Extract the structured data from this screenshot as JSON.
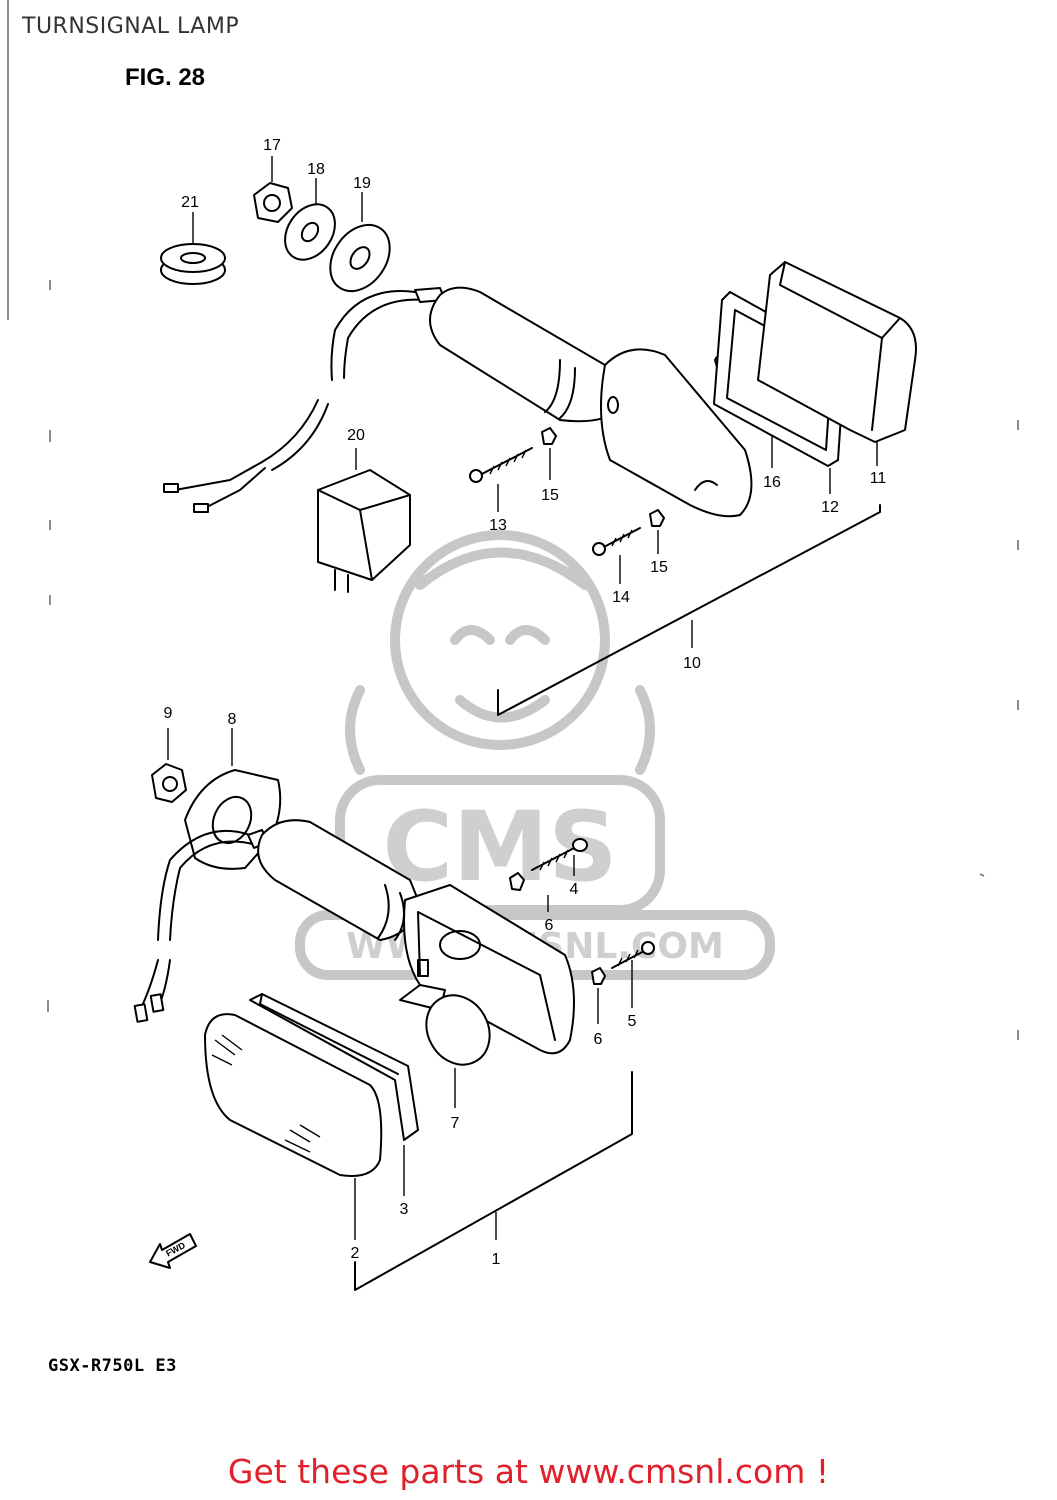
{
  "header": {
    "title": "TURNSIGNAL LAMP"
  },
  "figure": {
    "label": "FIG. 28"
  },
  "model": {
    "code": "GSX-R750L E3"
  },
  "watermark": {
    "brand": "CMS",
    "url": "WWW.CMSNL.COM"
  },
  "fwd_arrow": {
    "label": "FWD"
  },
  "footer": {
    "link_text": "Get these parts at www.cmsnl.com !",
    "link_color": "#e0202a"
  },
  "callouts": {
    "c1": "1",
    "c2": "2",
    "c3": "3",
    "c4": "4",
    "c5": "5",
    "c6a": "6",
    "c6b": "6",
    "c7": "7",
    "c8": "8",
    "c9": "9",
    "c10": "10",
    "c11": "11",
    "c12": "12",
    "c13": "13",
    "c14": "14",
    "c15a": "15",
    "c15b": "15",
    "c16": "16",
    "c17": "17",
    "c18": "18",
    "c19": "19",
    "c20": "20",
    "c21": "21"
  }
}
